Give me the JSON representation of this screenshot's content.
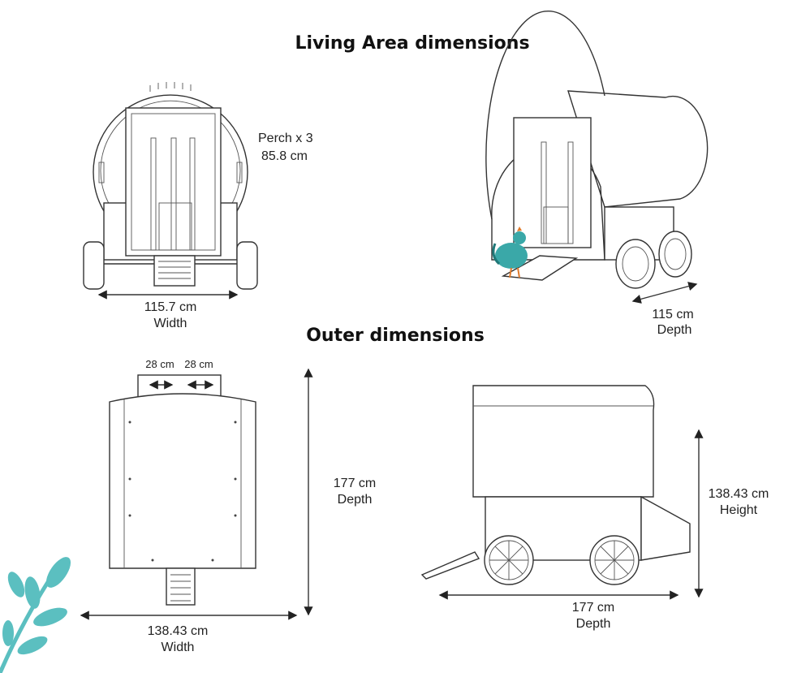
{
  "living_area": {
    "title": "Living Area dimensions",
    "perch_label": "Perch x 3",
    "perch_length": "85.8 cm",
    "width_value": "115.7 cm",
    "width_label": "Width",
    "depth_value": "115 cm",
    "depth_label": "Depth"
  },
  "outer": {
    "title": "Outer dimensions",
    "handle_left": "28 cm",
    "handle_right": "28 cm",
    "top_depth_value": "177 cm",
    "top_depth_label": "Depth",
    "top_width_value": "138.43 cm",
    "top_width_label": "Width",
    "height_value": "138.43 cm",
    "height_label": "Height",
    "side_depth_value": "177 cm",
    "side_depth_label": "Depth"
  },
  "colors": {
    "accent": "#5bbfc0",
    "line": "#333333"
  }
}
